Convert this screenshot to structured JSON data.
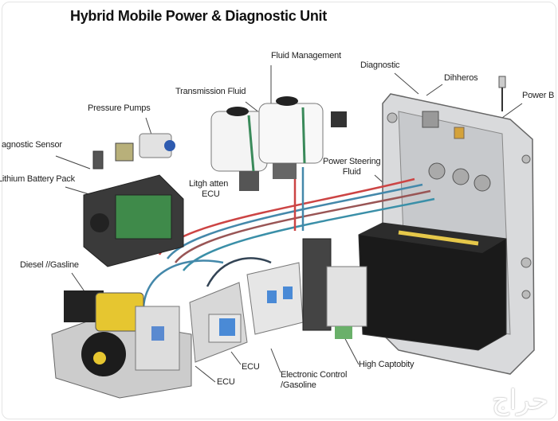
{
  "title": "Hybrid Mobile Power & Diagnostic Unit",
  "labels": {
    "fluid_management": "Fluid Management",
    "diagnostic": "Diagnostic",
    "dihheros": "Dihheros",
    "power_b": "Power B",
    "transmission_fluid": "Transmission Fluid",
    "pressure_pumps": "Pressure Pumps",
    "diagnostic_sensor": "agnostic Sensor",
    "lithium_battery_pack": "Lithium Battery Pack",
    "ligth_atten_ecu_line1": "Litgh atten",
    "ligth_atten_ecu_line2": "ECU",
    "power_steering_line1": "Power Steering",
    "power_steering_line2": "Fluid",
    "diesel_gasline": "Diesel //Gasline",
    "ecu_upper": "ECU",
    "ecu_lower": "ECU",
    "electronic_control_line1": "Electronic Control",
    "electronic_control_line2": "/Gasoline",
    "high_captobity": "High Captobity"
  },
  "watermark": "حراج"
}
